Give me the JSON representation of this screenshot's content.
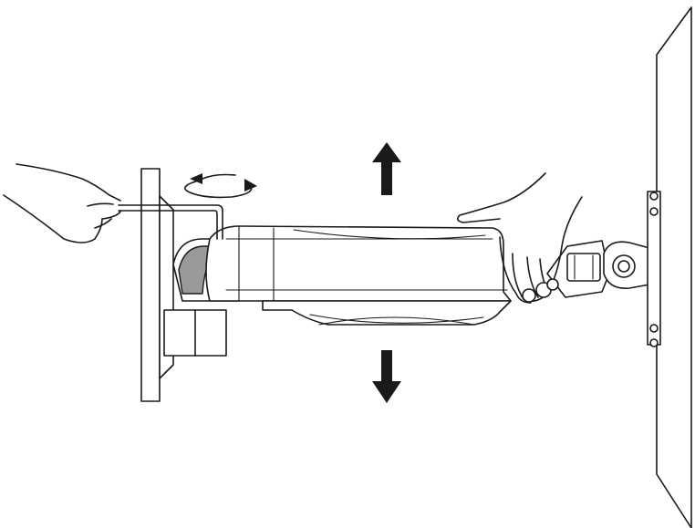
{
  "figure": {
    "description_items": [
      "monitor-arm-wall-mount",
      "allen-key-adjustment",
      "tension-rotation-indicator",
      "raise-arrow",
      "lower-arrow",
      "monitor-panel"
    ],
    "colors": {
      "line": "#1a1a1a",
      "shade": "#9a9a9a",
      "background": "#ffffff"
    }
  }
}
